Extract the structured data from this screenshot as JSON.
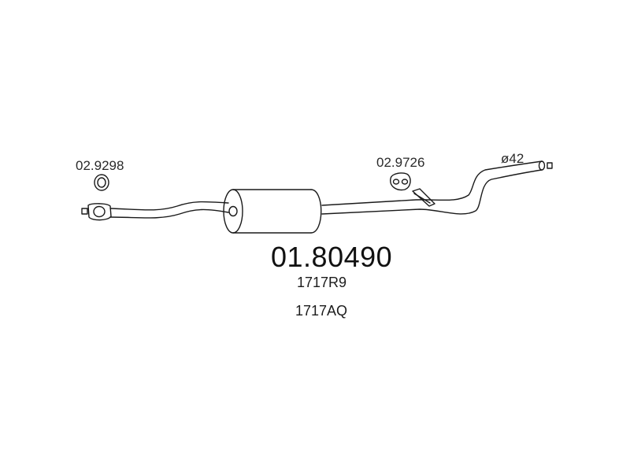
{
  "part_number": "01.80490",
  "oem_numbers": [
    "1717R9",
    "1717AQ"
  ],
  "accessories": [
    {
      "code": "02.9298",
      "kind": "gasket-ring"
    },
    {
      "code": "02.9726",
      "kind": "rubber-hanger"
    }
  ],
  "pipe_diameter": "ø42",
  "colors": {
    "line": "#1a1a1a",
    "background": "#ffffff"
  }
}
